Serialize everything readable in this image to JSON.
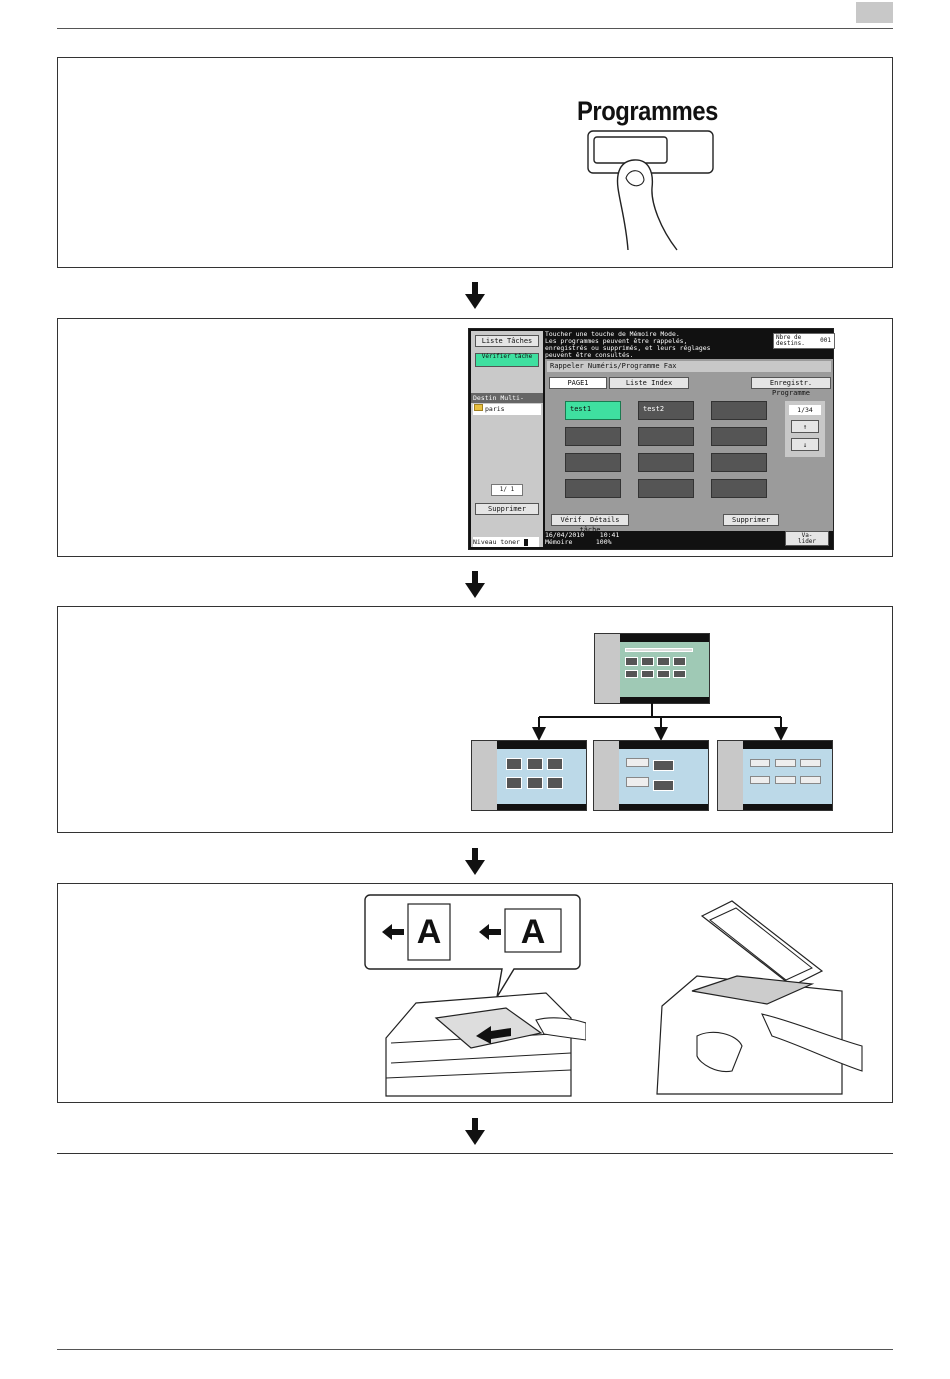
{
  "step1": {
    "key_label": "Programmes"
  },
  "screen": {
    "left_panel": {
      "job_list_button": "Liste Tâches",
      "check_job_button": "Vérifier tâche",
      "broadcast_header": "Destin Multi-Diff.",
      "broadcast_item": "paris",
      "page_counter": "1/  1",
      "delete_button": "Supprimer",
      "toner_label": "Niveau toner"
    },
    "message": "Toucher une touche de Mémoire Mode.\nLes programmes peuvent être rappelés,\nenregistrés ou supprimés, et leurs réglages\npeuvent être consultés.",
    "dest_count_label": "Nbre de\ndestins.",
    "dest_count_value": "001",
    "title": "Rappeler Numéris/Programme Fax",
    "tabs": [
      "PAGE1",
      "Liste Index"
    ],
    "register_button": "Enregistr. Programme",
    "programs": [
      "test1",
      "test2",
      "",
      "",
      "",
      "",
      "",
      "",
      "",
      "",
      "",
      ""
    ],
    "page_indicator": "1/34",
    "details_button": "Vérif. Détails tâche",
    "delete_button": "Supprimer",
    "validate_button": "Va-\nlider",
    "datetime": "16/04/2010    10:41",
    "memory": "Mémoire      100%"
  },
  "originals": {
    "letter": "A"
  }
}
